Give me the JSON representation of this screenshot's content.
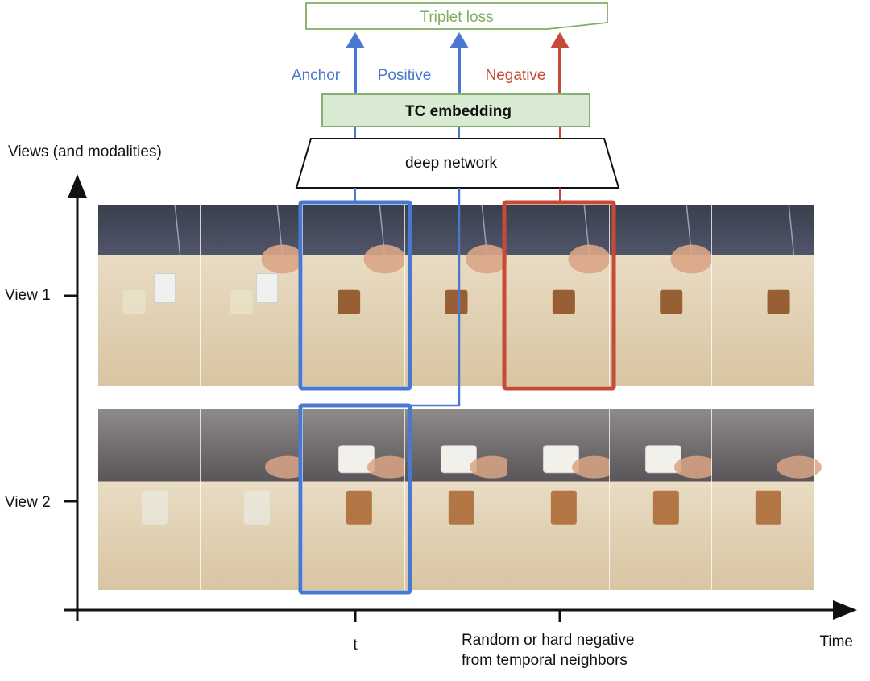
{
  "loss": {
    "label": "Triplet loss"
  },
  "embedding": {
    "label": "TC embedding"
  },
  "network": {
    "label": "deep network"
  },
  "branches": {
    "anchor": "Anchor",
    "positive": "Positive",
    "negative": "Negative"
  },
  "axes": {
    "y_label": "Views (and modalities)",
    "x_label": "Time",
    "rows": [
      "View 1",
      "View 2"
    ],
    "t_label": "t",
    "negative_note_line1": "Random or hard negative",
    "negative_note_line2": "from temporal neighbors"
  },
  "colors": {
    "anchor": "#4a78d0",
    "positive": "#4a78d0",
    "negative": "#c64a35",
    "loss_text": "#7fae5e",
    "embedding_fill": "#d9ead3",
    "embedding_stroke": "#7aa86a"
  },
  "frames": {
    "view1_count": 7,
    "view2_count": 7
  }
}
